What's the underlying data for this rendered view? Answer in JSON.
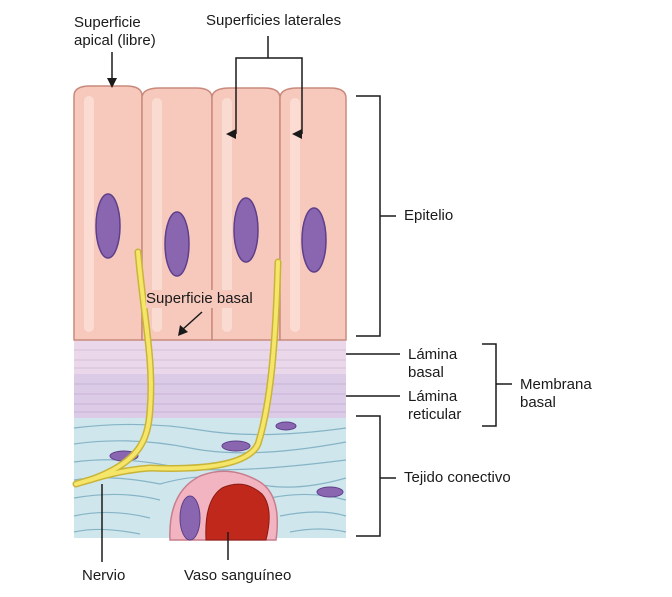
{
  "labels": {
    "apical_line1": "Superficie",
    "apical_line2": "apical (libre)",
    "lateral": "Superficies laterales",
    "epitelio": "Epitelio",
    "basal_surface": "Superficie basal",
    "lamina_basal_line1": "Lámina",
    "lamina_basal_line2": "basal",
    "lamina_reticular_line1": "Lámina",
    "lamina_reticular_line2": "reticular",
    "membrana_line1": "Membrana",
    "membrana_line2": "basal",
    "tejido": "Tejido conectivo",
    "nervio": "Nervio",
    "vaso": "Vaso sanguíneo"
  },
  "colors": {
    "cell_fill": "#f7c9bd",
    "cell_outline": "#c98a7c",
    "nucleus": "#8a66b0",
    "nucleus_dark": "#5e3f8a",
    "basal_lamina": "#ead8ea",
    "reticular_lamina": "#dccbe6",
    "connective": "#cfe6ec",
    "fiber": "#7fb0c4",
    "nerve": "#f5e66a",
    "nerve_outline": "#c9b43a",
    "vessel_wall": "#f1b4c0",
    "vessel_lumen": "#c0281c"
  }
}
